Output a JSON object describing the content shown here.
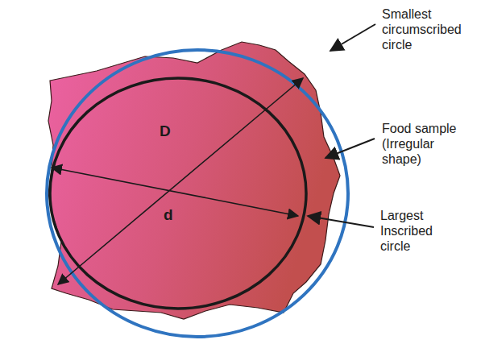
{
  "diagram": {
    "labels": [
      "Smallest circumscribed circle",
      "Food sample (Irregular shape)",
      "Largest Inscribed circle",
      "D",
      "d"
    ]
  }
}
